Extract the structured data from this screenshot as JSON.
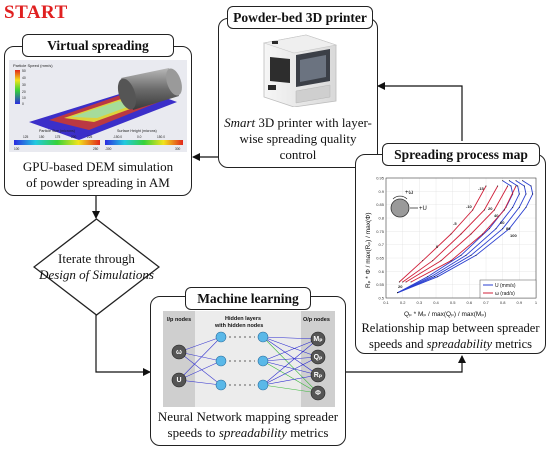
{
  "start_label": "START",
  "virtual_spreading": {
    "title": "Virtual spreading",
    "caption_line1": "GPU-based DEM simulation",
    "caption_line2": "of powder spreading in AM",
    "sim_labels": {
      "particle_speed": "Particle Speed (mm/s)",
      "speed_ticks": [
        "50",
        "40",
        "30",
        "20",
        "10",
        "0"
      ],
      "particle_size": "Particle Size (microns)",
      "size_ticks": [
        "125",
        "150",
        "175",
        "200",
        "225"
      ],
      "size_end_ticks": [
        "100",
        "250"
      ],
      "surface_height": "Surface Height (microns)",
      "height_ticks": [
        "-150.0",
        "0.0",
        "150.0"
      ],
      "height_end_ticks": [
        "-300",
        "300"
      ]
    }
  },
  "printer": {
    "title": "Powder-bed 3D printer",
    "caption_italic": "Smart",
    "caption_rest1": " 3D printer with layer-",
    "caption_line2": "wise spreading quality control"
  },
  "decision": {
    "line1": "Iterate through",
    "line2": "Design of Simulations"
  },
  "process_map": {
    "title": "Spreading process map",
    "caption_line1": "Relationship map between spreader",
    "caption_line2_pre": "speeds and ",
    "caption_line2_italic": "spreadability",
    "caption_line2_post": " metrics",
    "ylabel": "Rₚ * Φ / max(Rₚ) / max(Φ)",
    "xlabel": "Qₚ * Mₚ / max(Qₚ) / max(Mₚ)",
    "legend": [
      "U (mm/s)",
      "ω (rad/s)"
    ],
    "inset_labels": {
      "omega": "+ω",
      "u": "+U"
    },
    "colors": {
      "U": "#2a3fd0",
      "omega": "#d0203a"
    }
  },
  "chart_data": {
    "type": "line",
    "title": "",
    "xlabel": "Qₚ * Mₚ / max(Qₚ) / max(Mₚ)",
    "ylabel": "Rₚ * Φ / max(Rₚ) / max(Φ)",
    "xlim": [
      0.1,
      1.0
    ],
    "ylim": [
      0.5,
      0.95
    ],
    "x_ticks": [
      "0.1",
      "0.2",
      "0.3",
      "0.4",
      "0.5",
      "0.6",
      "0.7",
      "0.8",
      "0.9",
      "1"
    ],
    "y_ticks": [
      "0.5",
      "0.55",
      "0.6",
      "0.65",
      "0.7",
      "0.75",
      "0.8",
      "0.85",
      "0.9",
      "0.95"
    ],
    "grid": true,
    "legend_position": "bottom-right",
    "series": [
      {
        "name": "U (mm/s)",
        "color": "#2a3fd0",
        "x": [
          0.17,
          0.35,
          0.55,
          0.72,
          0.82,
          0.86,
          0.85,
          0.8
        ],
        "y": [
          0.52,
          0.58,
          0.66,
          0.76,
          0.84,
          0.89,
          0.92,
          0.94
        ]
      },
      {
        "name": "U (mm/s)",
        "color": "#2a3fd0",
        "x": [
          0.17,
          0.37,
          0.58,
          0.76,
          0.86,
          0.9,
          0.89,
          0.84
        ],
        "y": [
          0.52,
          0.58,
          0.66,
          0.76,
          0.84,
          0.89,
          0.92,
          0.94
        ]
      },
      {
        "name": "U (mm/s)",
        "color": "#2a3fd0",
        "x": [
          0.17,
          0.39,
          0.61,
          0.8,
          0.9,
          0.94,
          0.93,
          0.88
        ],
        "y": [
          0.52,
          0.58,
          0.66,
          0.76,
          0.84,
          0.89,
          0.92,
          0.94
        ]
      },
      {
        "name": "U (mm/s)",
        "color": "#2a3fd0",
        "x": [
          0.17,
          0.41,
          0.64,
          0.84,
          0.94,
          0.98,
          0.97,
          0.92
        ],
        "y": [
          0.52,
          0.58,
          0.66,
          0.76,
          0.84,
          0.89,
          0.92,
          0.94
        ]
      },
      {
        "name": "ω (rad/s)",
        "color": "#d0203a",
        "x": [
          0.18,
          0.32,
          0.49,
          0.62,
          0.7
        ],
        "y": [
          0.56,
          0.64,
          0.74,
          0.83,
          0.92
        ]
      },
      {
        "name": "ω (rad/s)",
        "color": "#d0203a",
        "x": [
          0.2,
          0.38,
          0.55,
          0.69,
          0.77
        ],
        "y": [
          0.56,
          0.64,
          0.74,
          0.83,
          0.92
        ]
      },
      {
        "name": "ω (rad/s)",
        "color": "#d0203a",
        "x": [
          0.22,
          0.43,
          0.61,
          0.75,
          0.83
        ],
        "y": [
          0.56,
          0.64,
          0.74,
          0.83,
          0.92
        ]
      },
      {
        "name": "ω (rad/s)",
        "color": "#d0203a",
        "x": [
          0.25,
          0.49,
          0.68,
          0.81,
          0.88
        ],
        "y": [
          0.56,
          0.64,
          0.74,
          0.83,
          0.92
        ]
      }
    ],
    "annotations": [
      "-15",
      "-10",
      "-5",
      "0",
      "20",
      "40",
      "60",
      "80",
      "100",
      "20"
    ]
  },
  "ml": {
    "title": "Machine learning",
    "caption_line1": "Neural Network mapping spreader",
    "caption_line2_pre": "speeds to ",
    "caption_line2_italic": "spreadability",
    "caption_line2_post": " metrics",
    "col_input": "I/p nodes",
    "col_hidden_1": "Hidden layers",
    "col_hidden_2": "with hidden nodes",
    "col_output": "O/p nodes",
    "inputs": [
      "ω",
      "U"
    ],
    "outputs": [
      "Mₚ",
      "Qₚ",
      "Rₚ",
      "Φ"
    ]
  }
}
